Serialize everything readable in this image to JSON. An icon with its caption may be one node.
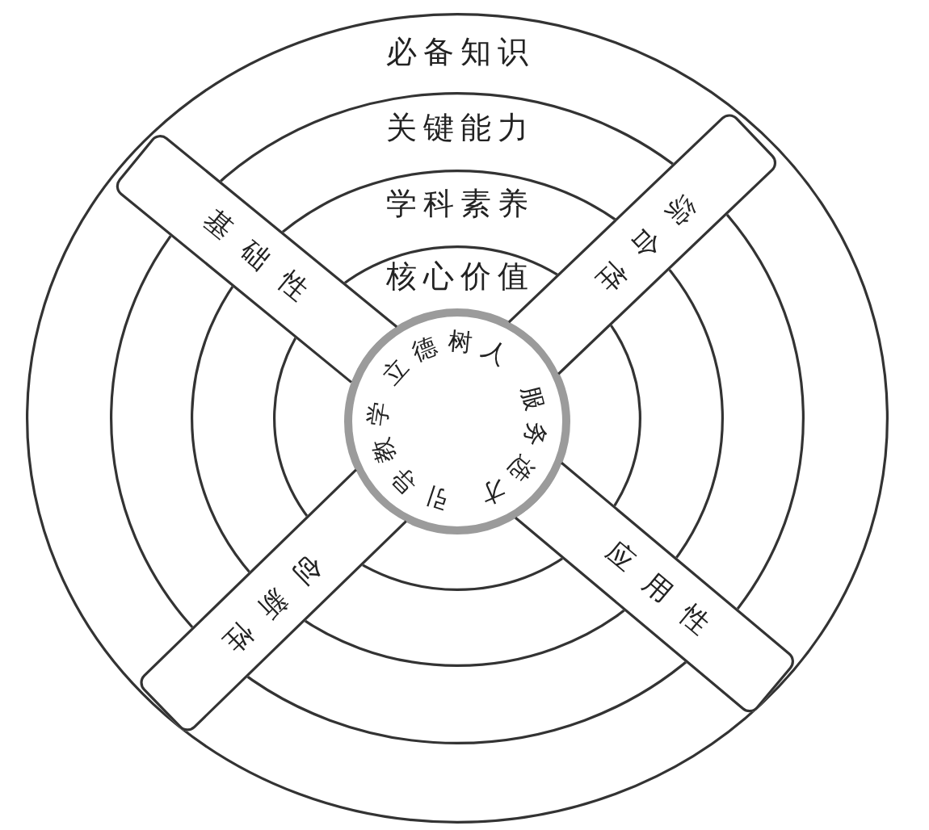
{
  "diagram": {
    "nodes": [
      {
        "text": [
          "必备知识"
        ]
      },
      {
        "text": [
          "关键能力"
        ],
        "in": 0
      },
      {
        "text": [
          "学科素养"
        ],
        "in": 1
      },
      {
        "text": [
          "核心价值"
        ],
        "in": 2
      },
      {
        "text": [
          "立德树人",
          "引导教学",
          "服务选才"
        ],
        "in": 3
      },
      {
        "text": [
          "基础性"
        ],
        "in": 1
      },
      {
        "text": [
          "综合性"
        ],
        "in": 1
      },
      {
        "text": [
          "创新性"
        ],
        "in": 1
      },
      {
        "text": [
          "应用性"
        ],
        "in": 1
      }
    ]
  }
}
